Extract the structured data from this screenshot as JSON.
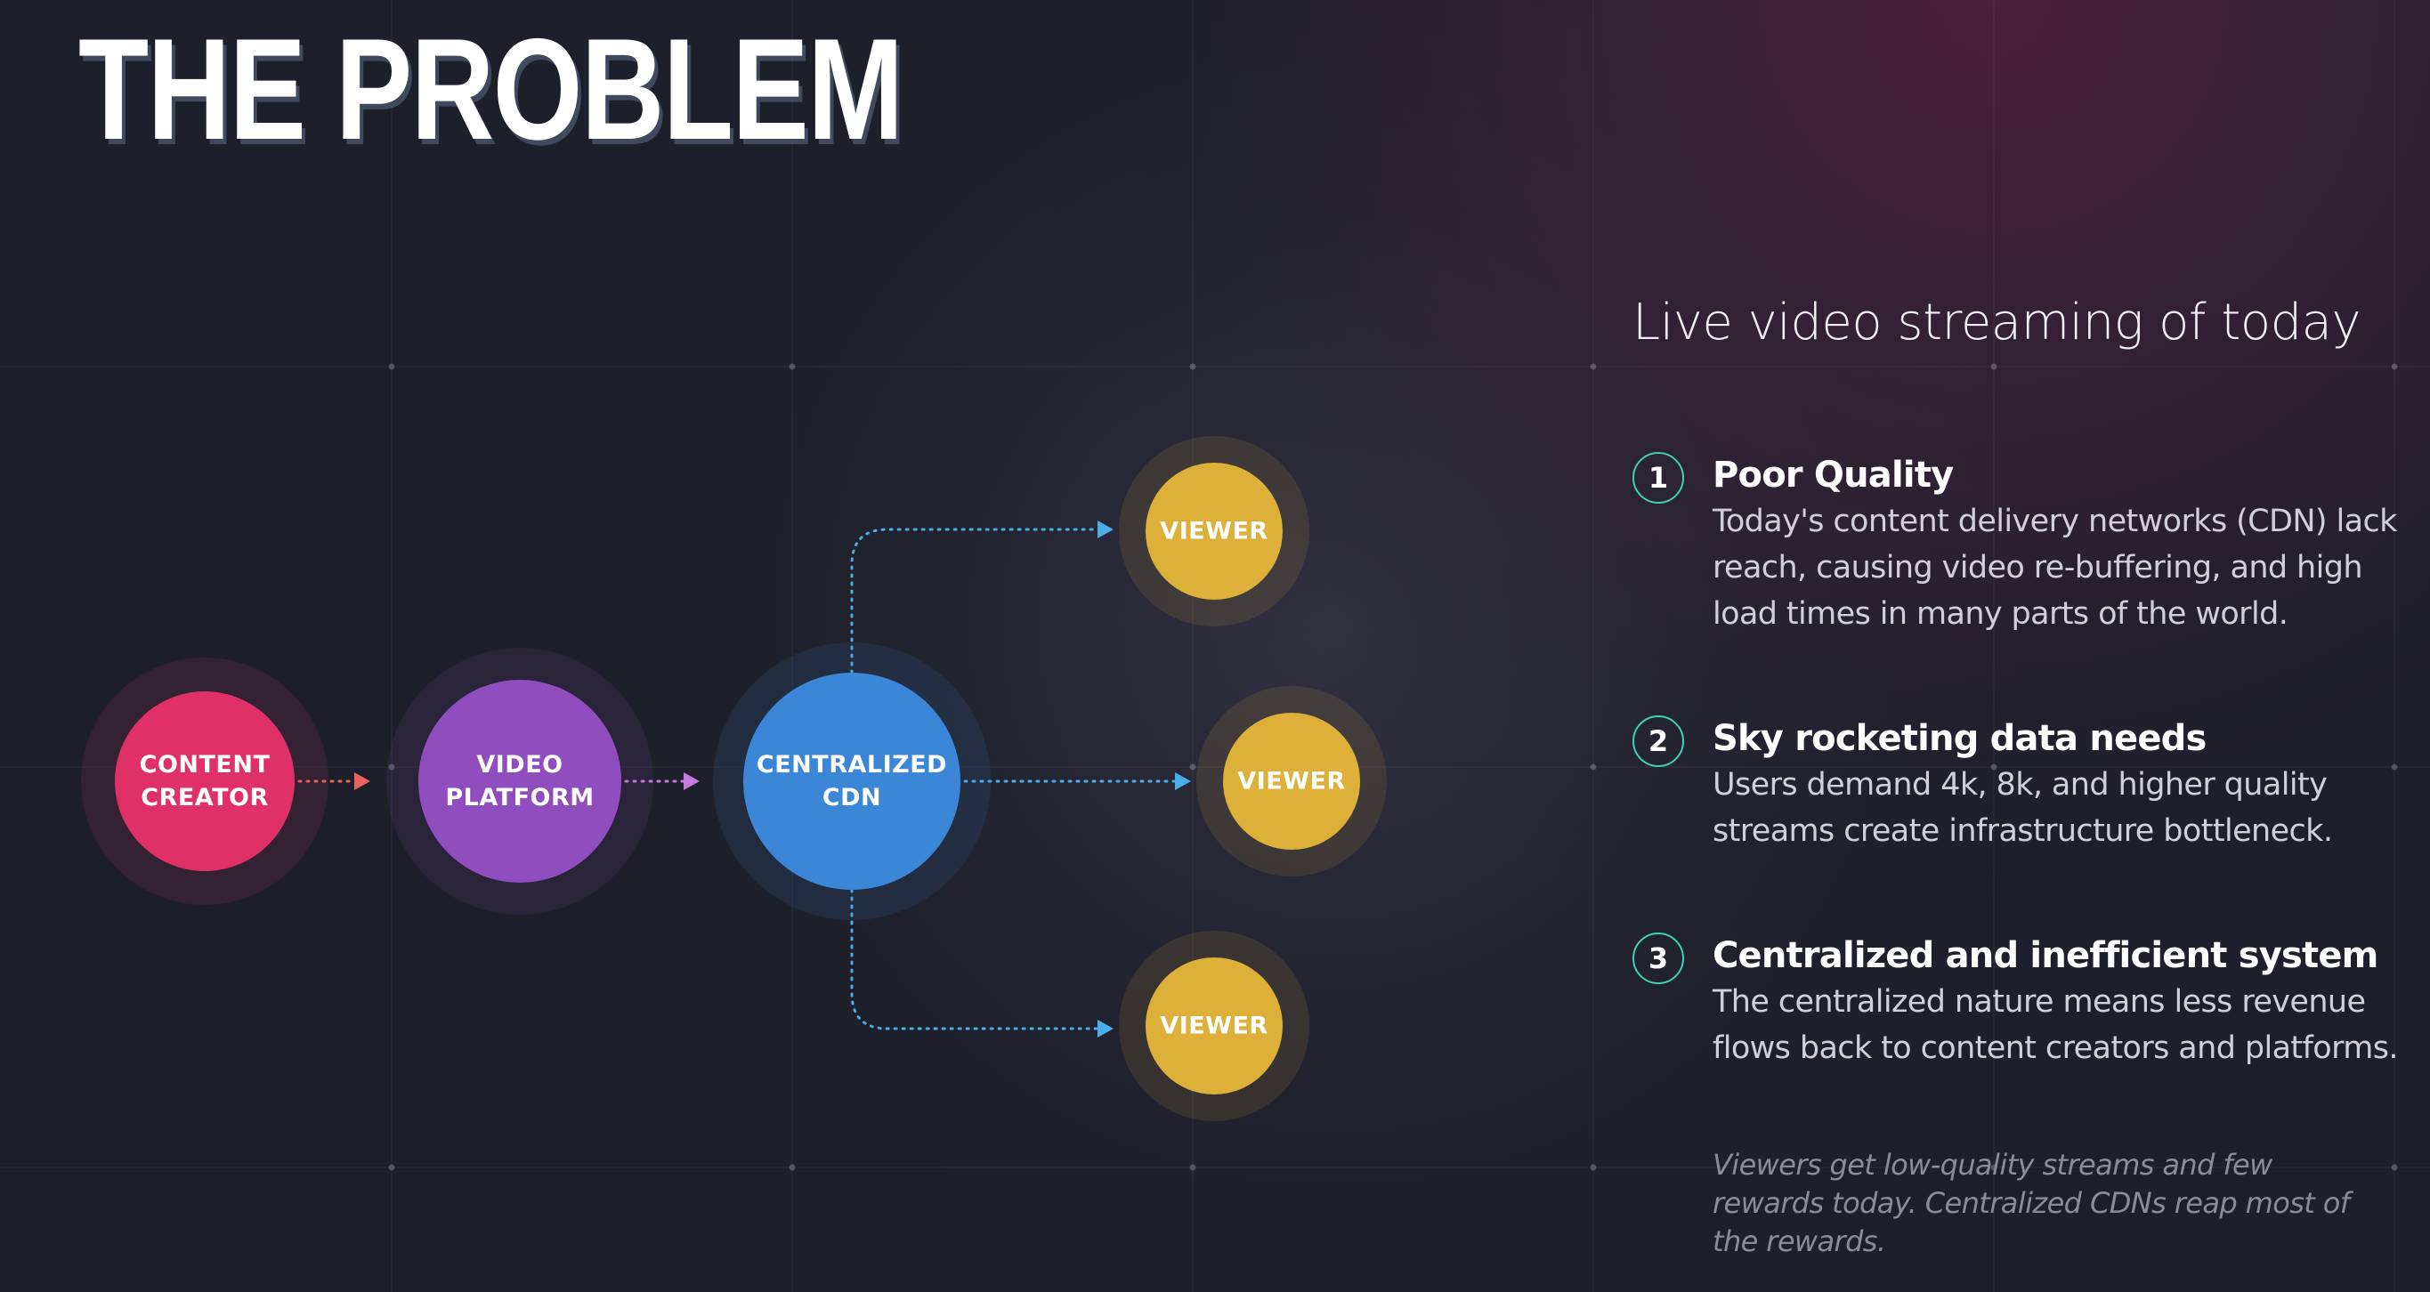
{
  "slide": {
    "title": "THE PROBLEM",
    "subtitle": "Live video streaming of today"
  },
  "diagram": {
    "nodes": [
      {
        "id": "content-creator",
        "lines": [
          "CONTENT",
          "CREATOR"
        ],
        "color": "#e03068"
      },
      {
        "id": "video-platform",
        "lines": [
          "VIDEO",
          "PLATFORM"
        ],
        "color": "#8f4dbd"
      },
      {
        "id": "centralized-cdn",
        "lines": [
          "CENTRALIZED",
          "CDN"
        ],
        "color": "#3c86d8"
      },
      {
        "id": "viewer-top",
        "lines": [
          "VIEWER"
        ],
        "color": "#ddb03a"
      },
      {
        "id": "viewer-middle",
        "lines": [
          "VIEWER"
        ],
        "color": "#ddb03a"
      },
      {
        "id": "viewer-bottom",
        "lines": [
          "VIEWER"
        ],
        "color": "#ddb03a"
      }
    ],
    "edges": [
      {
        "from": "content-creator",
        "to": "video-platform",
        "color": "#e8655e"
      },
      {
        "from": "video-platform",
        "to": "centralized-cdn",
        "color": "#c97be0"
      },
      {
        "from": "centralized-cdn",
        "to": "viewer-top",
        "color": "#4aaee8"
      },
      {
        "from": "centralized-cdn",
        "to": "viewer-middle",
        "color": "#4aaee8"
      },
      {
        "from": "centralized-cdn",
        "to": "viewer-bottom",
        "color": "#4aaee8"
      }
    ]
  },
  "points": [
    {
      "number": "1",
      "title": "Poor Quality",
      "body": [
        "Today's content delivery networks (CDN) lack",
        "reach, causing video re-buffering, and high",
        "load times in many parts of the world."
      ]
    },
    {
      "number": "2",
      "title": "Sky rocketing data needs",
      "body": [
        "Users demand 4k, 8k, and higher quality",
        "streams create infrastructure bottleneck."
      ]
    },
    {
      "number": "3",
      "title": "Centralized and inefficient system",
      "body": [
        "The centralized nature means less revenue",
        "flows back to content creators and platforms."
      ]
    }
  ],
  "note": "Viewers get low-quality streams and few rewards today. Centralized CDNs reap most of the rewards.",
  "colors": {
    "accent_number_ring": "#3fd2b8",
    "background": "#1d1f2a"
  }
}
